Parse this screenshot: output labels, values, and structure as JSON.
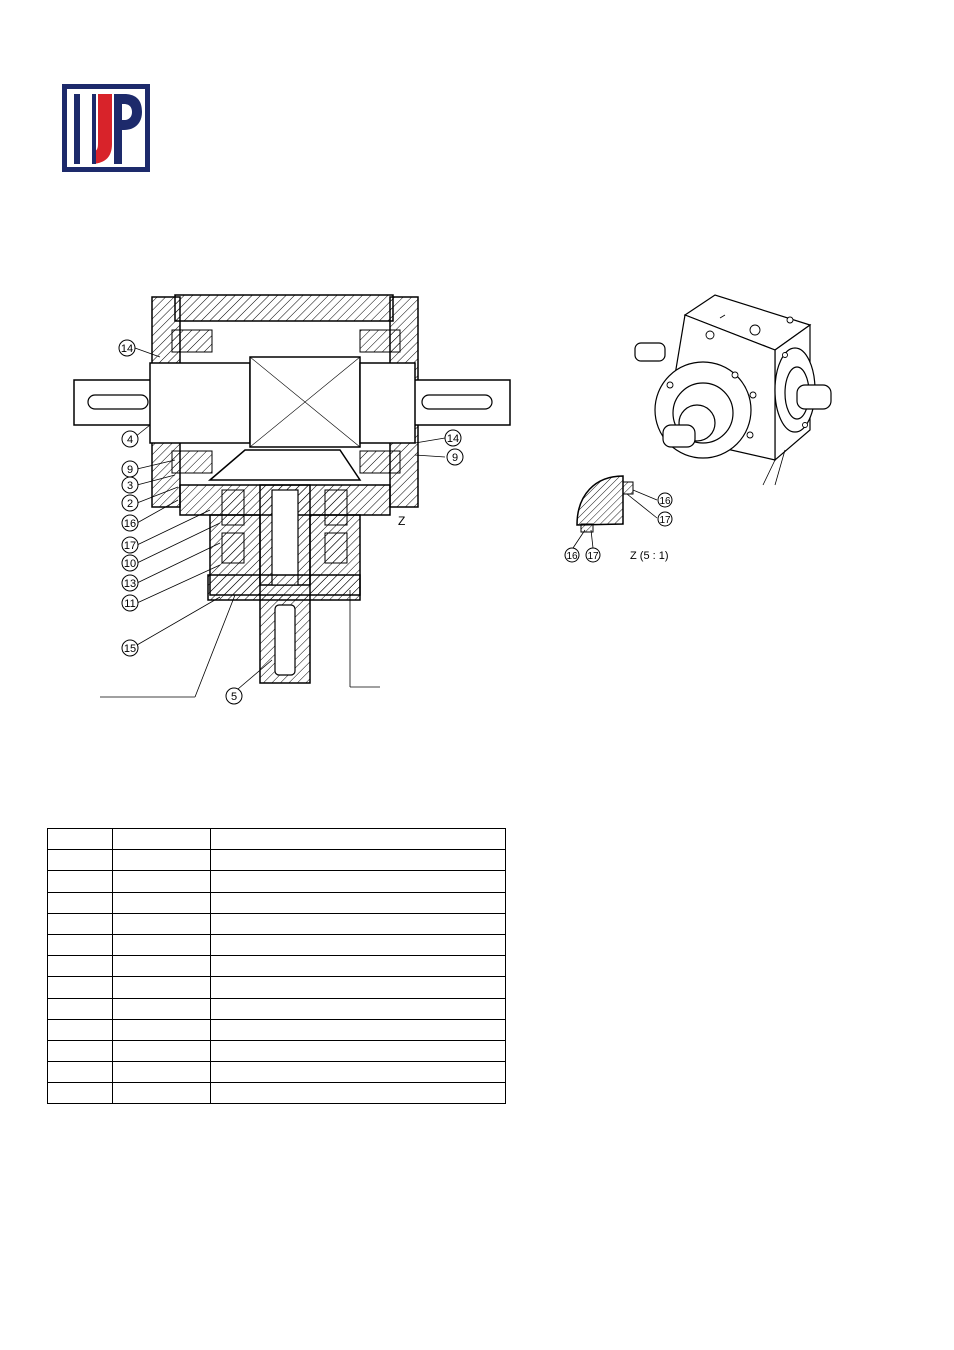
{
  "logo": {
    "mark": "company-logo"
  },
  "section": {
    "callouts": [
      "14",
      "4",
      "9",
      "3",
      "2",
      "16",
      "17",
      "10",
      "13",
      "11",
      "15",
      "5",
      "14",
      "9"
    ],
    "z_marker": "Z"
  },
  "detail": {
    "callouts": [
      "16",
      "17",
      "16",
      "17"
    ],
    "caption": "Z  (5 : 1)"
  },
  "table": {
    "rows": [
      [
        "",
        "",
        ""
      ],
      [
        "",
        "",
        ""
      ],
      [
        "",
        "",
        ""
      ],
      [
        "",
        "",
        ""
      ],
      [
        "",
        "",
        ""
      ],
      [
        "",
        "",
        ""
      ],
      [
        "",
        "",
        ""
      ],
      [
        "",
        "",
        ""
      ],
      [
        "",
        "",
        ""
      ],
      [
        "",
        "",
        ""
      ],
      [
        "",
        "",
        ""
      ],
      [
        "",
        "",
        ""
      ],
      [
        "",
        "",
        ""
      ]
    ]
  }
}
